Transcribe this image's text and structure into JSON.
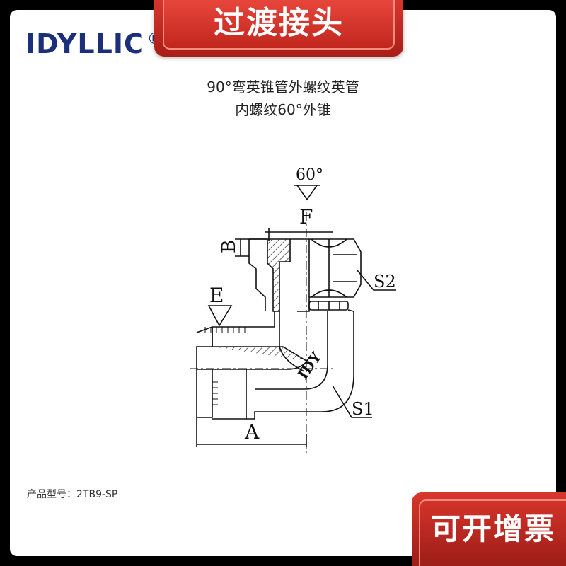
{
  "brand": {
    "logo_text": "IDYLLIC",
    "registered_mark": "®"
  },
  "header_banner": "过渡接头",
  "title_line1": "90°弯英锥管外螺纹英管",
  "title_line2": "内螺纹60°外锥",
  "drawing": {
    "angle_label": "60°",
    "label_f": "F",
    "label_b": "B",
    "label_e": "E",
    "label_s2": "S2",
    "label_s1": "S1",
    "label_a": "A",
    "watermark": "IDY"
  },
  "model_label": "产品型号：",
  "model_value": "2TB9-SP",
  "footer_banner": "可开增票"
}
